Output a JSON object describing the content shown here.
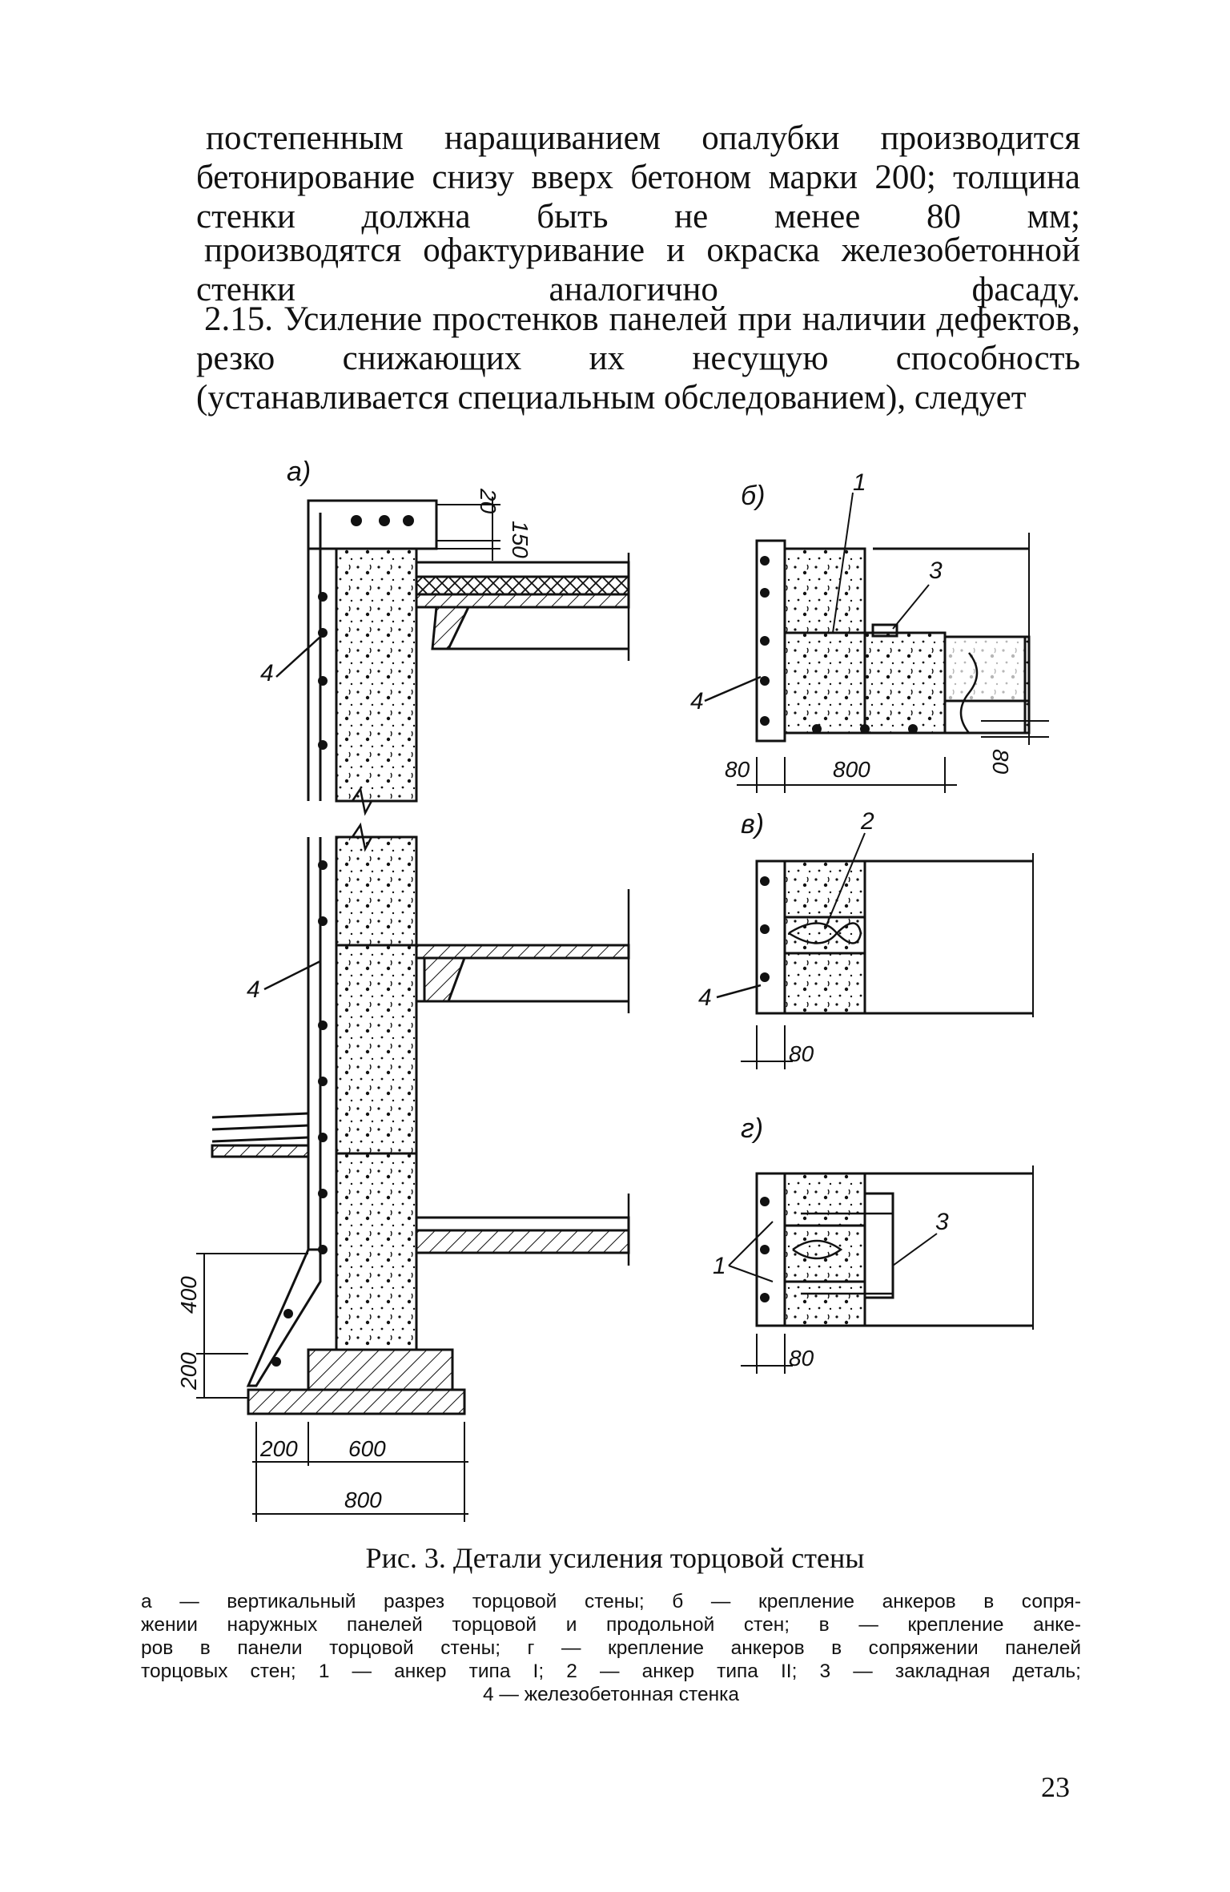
{
  "body": {
    "para1": "постепенным наращиванием опалубки производится бетонирование снизу вверх бетоном марки 200; толщина стенки должна быть не менее 80 мм;",
    "para2": "производятся офактуривание и окраска железобетонной стенки аналогично фасаду.",
    "para3": "2.15. Усиление простенков панелей при наличии дефектов, резко снижающих их несущую способность (устанавливается специальным обследованием), следует"
  },
  "figure": {
    "labels": {
      "a": "а)",
      "b": "б)",
      "v": "в)",
      "g": "г)"
    },
    "dims": {
      "d20": "20",
      "d150": "150",
      "d400": "400",
      "d200v": "200",
      "d200": "200",
      "d600": "600",
      "d800a": "800",
      "d800b": "800",
      "d80b": "80",
      "d80b2": "80",
      "d80v": "80",
      "d80g": "80"
    },
    "markers": {
      "m1": "1",
      "m2": "2",
      "m3": "3",
      "m4": "4"
    }
  },
  "caption": {
    "title": "Рис. 3. Детали усиления торцовой стены",
    "lines": [
      "а — вертикальный разрез торцовой стены; б — крепление анкеров в сопря-",
      "жении наружных панелей торцовой и продольной стен; в — крепление анке-",
      "ров в панели торцовой стены; г — крепление анкеров в сопряжении панелей",
      "торцовых стен; 1 — анкер типа I; 2 — анкер типа II; 3 — закладная деталь;",
      "4 — железобетонная стенка"
    ]
  },
  "page_number": "23"
}
